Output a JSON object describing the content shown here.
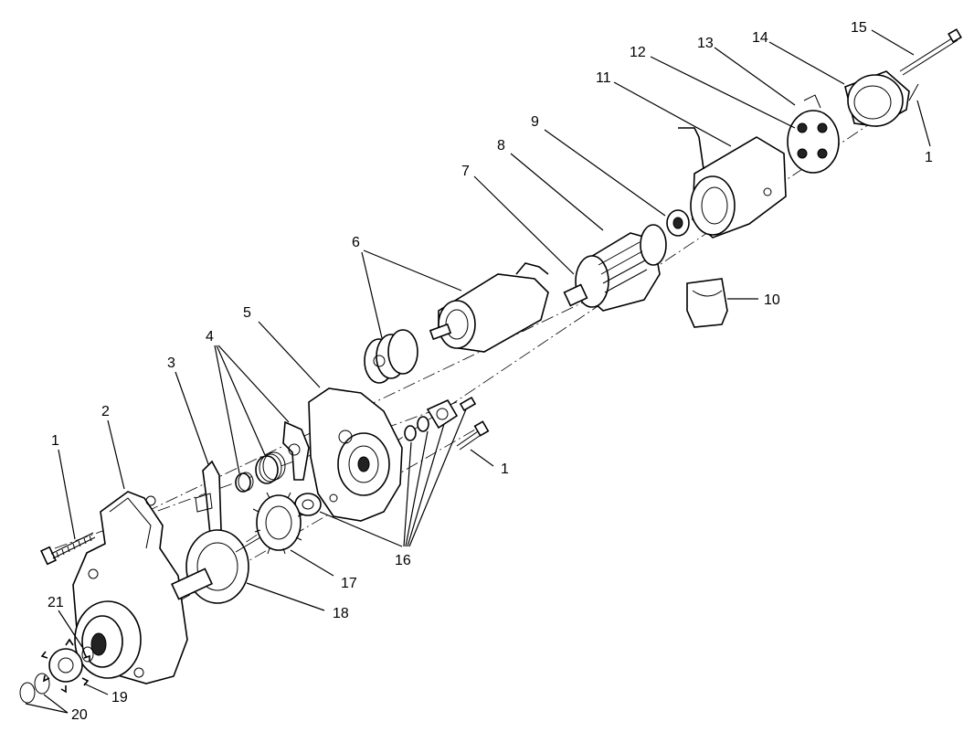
{
  "callouts": {
    "c1a": "1",
    "c1b": "1",
    "c1c": "1",
    "c2": "2",
    "c3": "3",
    "c4": "4",
    "c5": "5",
    "c6": "6",
    "c7": "7",
    "c8": "8",
    "c9": "9",
    "c10": "10",
    "c11": "11",
    "c12": "12",
    "c13": "13",
    "c14": "14",
    "c15": "15",
    "c16": "16",
    "c17": "17",
    "c18": "18",
    "c19": "19",
    "c20": "20",
    "c21": "21"
  }
}
